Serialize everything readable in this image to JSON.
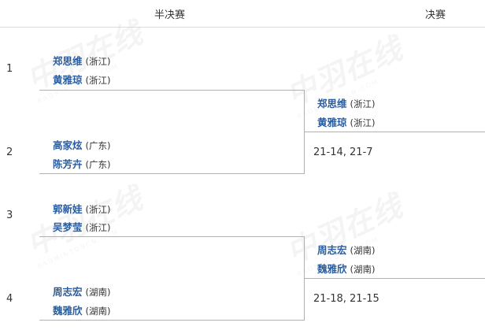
{
  "header": {
    "semifinal_title": "半决赛",
    "final_title": "决赛"
  },
  "seeds": [
    "1",
    "2",
    "3",
    "4"
  ],
  "semifinal": [
    {
      "players": [
        {
          "name": "郑思维",
          "region": "(浙江)"
        },
        {
          "name": "黄雅琼",
          "region": "(浙江)"
        }
      ]
    },
    {
      "players": [
        {
          "name": "高家炫",
          "region": "(广东)"
        },
        {
          "name": "陈芳卉",
          "region": "(广东)"
        }
      ]
    },
    {
      "players": [
        {
          "name": "郭新娃",
          "region": "(浙江)"
        },
        {
          "name": "吴梦莹",
          "region": "(浙江)"
        }
      ]
    },
    {
      "players": [
        {
          "name": "周志宏",
          "region": "(湖南)"
        },
        {
          "name": "魏雅欣",
          "region": "(湖南)"
        }
      ]
    }
  ],
  "final": [
    {
      "players": [
        {
          "name": "郑思维",
          "region": "(浙江)"
        },
        {
          "name": "黄雅琼",
          "region": "(浙江)"
        }
      ],
      "score": "21-14, 21-7"
    },
    {
      "players": [
        {
          "name": "周志宏",
          "region": "(湖南)"
        },
        {
          "name": "魏雅欣",
          "region": "(湖南)"
        }
      ],
      "score": "21-18, 21-15"
    }
  ],
  "watermark": {
    "text": "中羽在线",
    "subtext": "BADMINTONCN.COM"
  }
}
